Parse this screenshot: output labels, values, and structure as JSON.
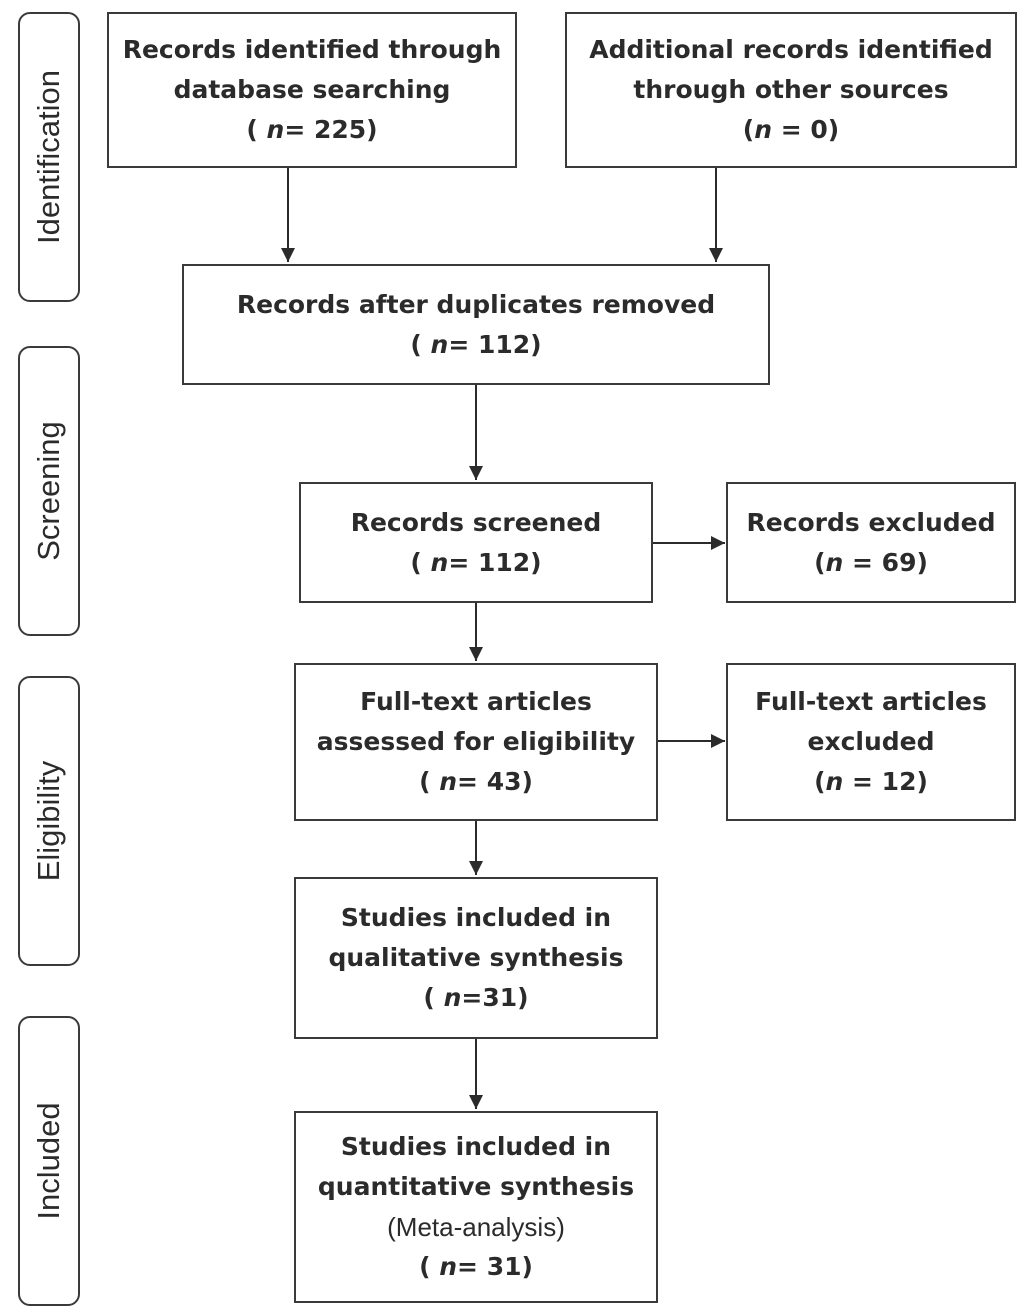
{
  "phases": {
    "identification": "Identification",
    "screening": "Screening",
    "eligibility": "Eligibility",
    "included": "Included"
  },
  "boxes": {
    "db_search": {
      "line1": "Records identified through",
      "line2": "database searching",
      "n_open": "(",
      "n_var": "n",
      "n_rest": "= 225)"
    },
    "other_sources": {
      "line1": "Additional records identified",
      "line2": "through other sources",
      "n_open": "(",
      "n_var": "n",
      "n_rest": " = 0)"
    },
    "duplicates_removed": {
      "line1": "Records after duplicates removed",
      "n_open": "(",
      "n_var": "n",
      "n_rest": "= 112)"
    },
    "screened": {
      "line1": "Records screened",
      "n_open": "(",
      "n_var": "n",
      "n_rest": "= 112)"
    },
    "excluded": {
      "line1": "Records excluded",
      "n_open": "(",
      "n_var": "n",
      "n_rest": " = 69)"
    },
    "fulltext_assessed": {
      "line1": "Full-text articles",
      "line2": "assessed for eligibility",
      "n_open": "(",
      "n_var": "n",
      "n_rest": "= 43)"
    },
    "fulltext_excluded": {
      "line1": "Full-text articles",
      "line2": "excluded",
      "n_open": "(",
      "n_var": "n",
      "n_rest": " = 12)"
    },
    "qualitative": {
      "line1": "Studies included in",
      "line2": "qualitative synthesis",
      "n_open": "(",
      "n_var": "n",
      "n_rest": "=31)"
    },
    "quantitative": {
      "line1": "Studies included in",
      "line2": "quantitative synthesis",
      "line3": "(Meta-analysis)",
      "n_open": "(",
      "n_var": "n",
      "n_rest": "= 31)"
    }
  }
}
